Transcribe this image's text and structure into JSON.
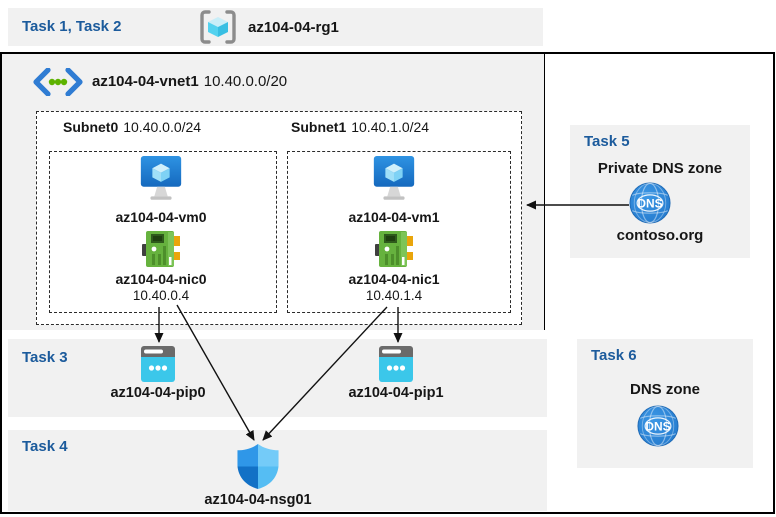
{
  "top": {
    "tasks_label": "Task 1, Task 2",
    "resource_group": "az104-04-rg1"
  },
  "vnet": {
    "name": "az104-04-vnet1",
    "cidr": "10.40.0.0/20"
  },
  "subnets": [
    {
      "name": "Subnet0",
      "cidr": "10.40.0.0/24",
      "vm_name": "az104-04-vm0",
      "nic_name": "az104-04-nic0",
      "nic_ip": "10.40.0.4"
    },
    {
      "name": "Subnet1",
      "cidr": "10.40.1.0/24",
      "vm_name": "az104-04-vm1",
      "nic_name": "az104-04-nic1",
      "nic_ip": "10.40.1.4"
    }
  ],
  "task3": {
    "label": "Task 3",
    "pip0": "az104-04-pip0",
    "pip1": "az104-04-pip1"
  },
  "task4": {
    "label": "Task 4",
    "nsg_name": "az104-04-nsg01"
  },
  "task5": {
    "label": "Task 5",
    "heading": "Private DNS zone",
    "zone_name": "contoso.org",
    "dns_icon_text": "DNS"
  },
  "task6": {
    "label": "Task 6",
    "heading": "DNS zone",
    "dns_icon_text": "DNS"
  },
  "icons": {
    "resource_group": "resource-group-icon",
    "virtual_network": "virtual-network-icon",
    "virtual_machine": "virtual-machine-icon",
    "network_interface": "network-interface-icon",
    "public_ip": "public-ip-icon",
    "network_security_group": "shield-icon",
    "dns": "dns-globe-icon"
  },
  "colors": {
    "task_label_blue": "#1C5B9C",
    "band_gray": "#F1F1F1",
    "border_black": "#000000",
    "vm_blue": "#1E80D8",
    "nic_green": "#66B23E",
    "pip_cyan": "#3BC7EA",
    "dns_blue": "#2E87DA",
    "nsg_blue": "#2F97E8",
    "vnet_icon_blue": "#2F7CD3",
    "vnet_dot_green": "#5DB300",
    "rg_cube_cyan": "#38BFE3"
  }
}
